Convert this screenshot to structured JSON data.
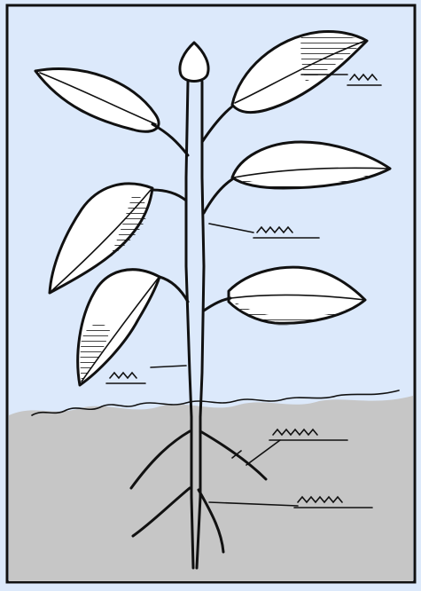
{
  "diagram": {
    "background_color": "#dce9fb",
    "soil_color": "#c6c6c6",
    "ink_color": "#111111",
    "labels": [
      {
        "id": "leaf",
        "text": ""
      },
      {
        "id": "stem-node",
        "text": ""
      },
      {
        "id": "stem",
        "text": ""
      },
      {
        "id": "lateral-root",
        "text": ""
      },
      {
        "id": "main-root",
        "text": ""
      }
    ]
  }
}
